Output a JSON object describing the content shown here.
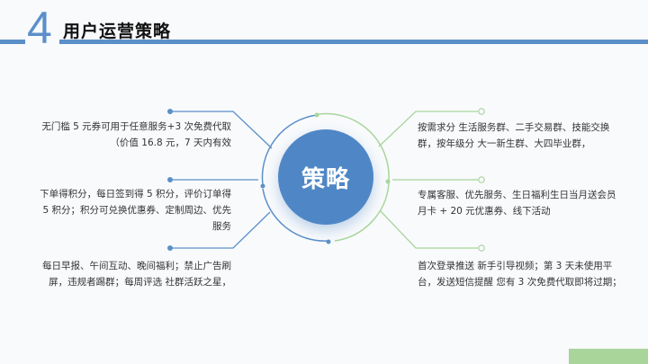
{
  "header": {
    "number": "4",
    "title": "用户运营策略",
    "accent_color": "#5b8fc9"
  },
  "center": {
    "label": "策略",
    "color": "#4f87c6"
  },
  "left_items": [
    {
      "text": "无门槛 5 元券可用于任意服务+3 次免费代取（价值 16.8 元，7 天内有效"
    },
    {
      "text": "下单得积分，每日签到得 5 积分，评价订单得 5 积分；积分可兑换优惠券、定制周边、优先服务"
    },
    {
      "text": "每日早报、午间互动、晚间福利；禁止广告刷屏，违规者踢群；每周评选 社群活跃之星，"
    }
  ],
  "right_items": [
    {
      "text": "按需求分 生活服务群、二手交易群、技能交换群，按年级分 大一新生群、大四毕业群，"
    },
    {
      "text": "专属客服、优先服务、生日福利生日当月送会员月卡 + 20 元优惠券、线下活动"
    },
    {
      "text": "首次登录推送 新手引导视频；第 3 天未使用平台，发送短信提醒 您有 3 次免费代取即将过期；"
    }
  ],
  "colors": {
    "left_line": "#5b8fc9",
    "right_line": "#a9d59b",
    "corner_block": "#a9d59b"
  }
}
